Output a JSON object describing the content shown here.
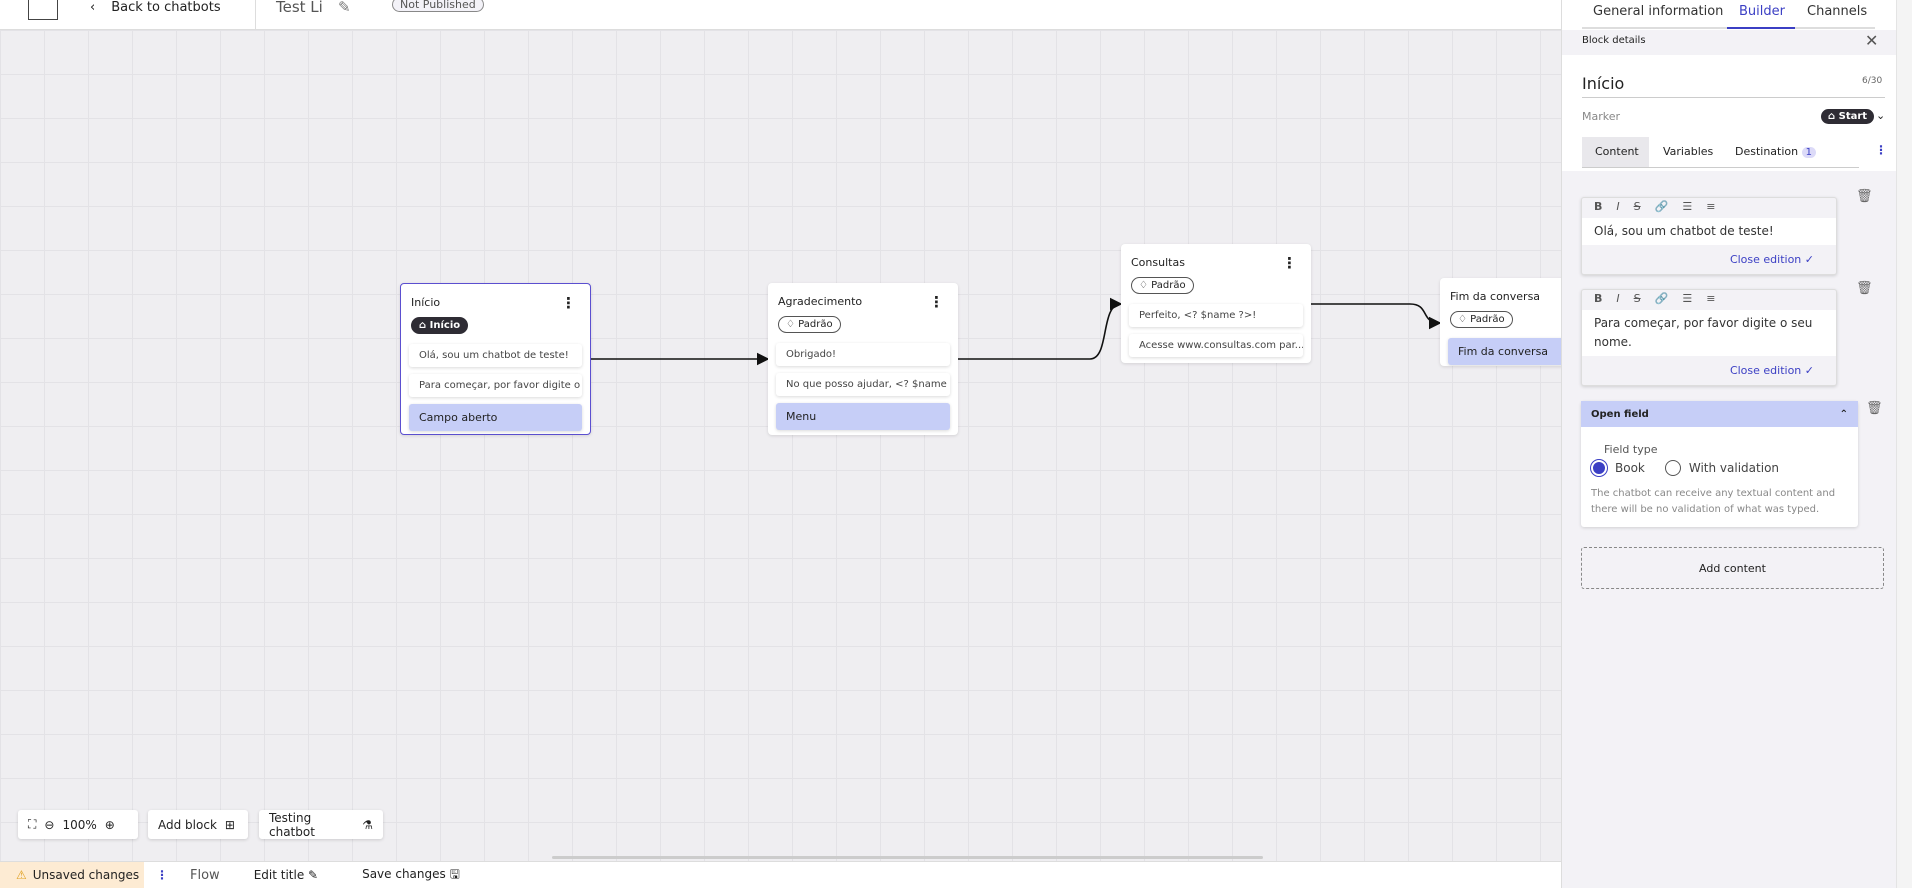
{
  "header": {
    "back_label": "Back to chatbots",
    "title": "Test Li",
    "status": "Not Published"
  },
  "nodes": [
    {
      "title": "Início",
      "tag": "Início",
      "items": [
        "Olá, sou um chatbot de teste!",
        "Para começar, por favor digite o ..."
      ],
      "final": "Campo aberto"
    },
    {
      "title": "Agradecimento",
      "tag": "Padrão",
      "items": [
        "Obrigado!",
        "No que posso ajudar, <? $name ..."
      ],
      "final": "Menu"
    },
    {
      "title": "Consultas",
      "tag": "Padrão",
      "items": [
        "Perfeito, <? $name ?>!",
        "Acesse www.consultas.com par..."
      ]
    },
    {
      "title": "Fim da conversa",
      "tag": "Padrão",
      "final": "Fim da conversa"
    }
  ],
  "controls": {
    "zoom": "100%",
    "add_block": "Add block",
    "testing": "Testing chatbot"
  },
  "bottom": {
    "unsaved": "Unsaved changes",
    "flow": "Flow",
    "edit_title": "Edit title",
    "save": "Save changes"
  },
  "panel": {
    "tabs": [
      "General information",
      "Builder",
      "Channels"
    ],
    "active_tab": "Builder",
    "block_details": "Block details",
    "name": "Início",
    "counter": "6/30",
    "marker_label": "Marker",
    "marker_value": "Start",
    "subtabs": [
      "Content",
      "Variables",
      "Destination"
    ],
    "destination_count": "1",
    "format_buttons": [
      "B",
      "I",
      "S",
      "🔗",
      "☰",
      "≡"
    ],
    "editors": [
      {
        "text": "Olá, sou um chatbot de teste!",
        "close": "Close edition"
      },
      {
        "text": "Para começar, por favor digite o seu nome.",
        "close": "Close edition"
      }
    ],
    "open_field": {
      "title": "Open field",
      "field_type": "Field type",
      "options": [
        "Book",
        "With validation"
      ],
      "selected": "Book",
      "description": "The chatbot can receive any textual content and there will be no validation of what was typed."
    },
    "add_content": "Add content"
  },
  "colors": {
    "accent": "#3b3fc4",
    "selection": "#5b4fd0",
    "block_final": "#c6cef7",
    "warning_bg": "#fdebd3"
  }
}
